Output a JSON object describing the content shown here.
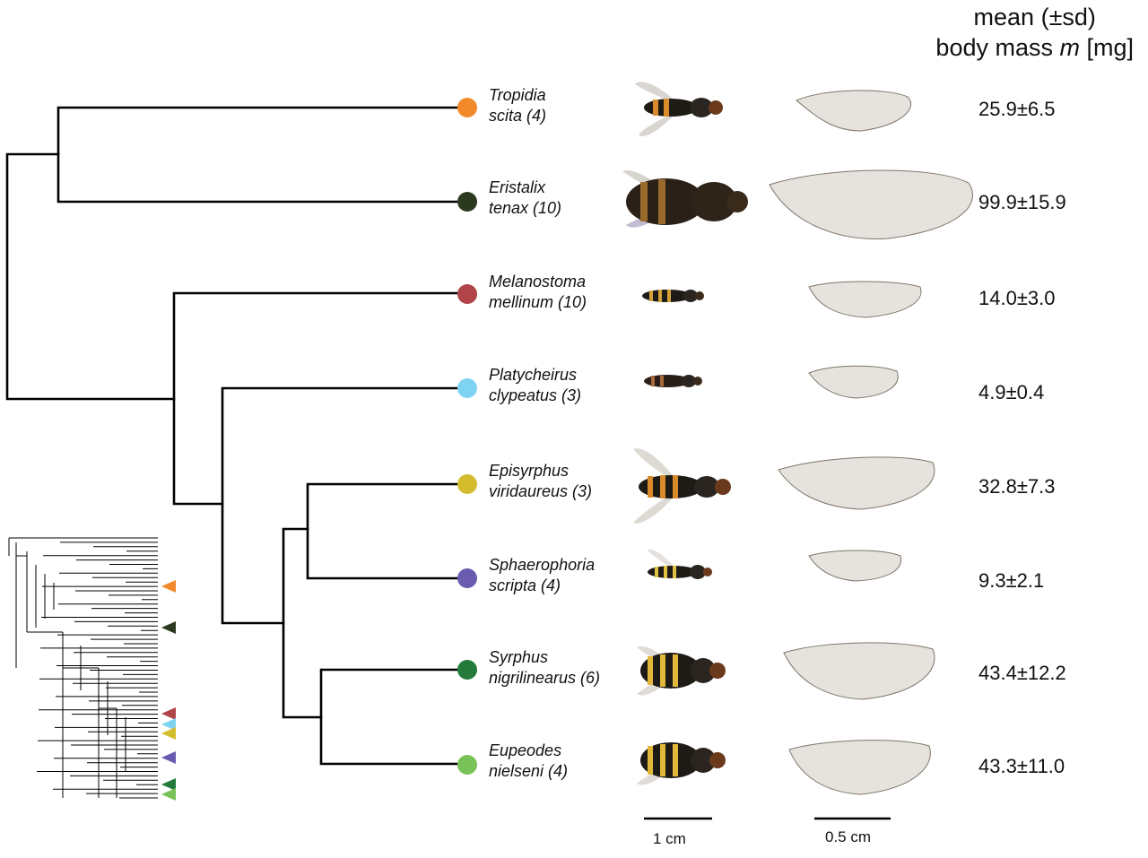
{
  "header": {
    "line1": "mean (±sd)",
    "line2_pre": "body mass ",
    "line2_symbol": "m",
    "line2_post": " [mg]"
  },
  "species": [
    {
      "genus": "Tropidia",
      "epithet": "scita (4)",
      "color": "#F28A2C",
      "mass": "25.9±6.5"
    },
    {
      "genus": "Eristalix",
      "epithet": "tenax (10)",
      "color": "#2B3A1E",
      "mass": "99.9±15.9"
    },
    {
      "genus": "Melanostoma",
      "epithet": "mellinum (10)",
      "color": "#B04448",
      "mass": "14.0±3.0"
    },
    {
      "genus": "Platycheirus",
      "epithet": "clypeatus (3)",
      "color": "#7FD3F2",
      "mass": "4.9±0.4"
    },
    {
      "genus": "Episyrphus",
      "epithet": "viridaureus (3)",
      "color": "#D3BD2E",
      "mass": "32.8±7.3"
    },
    {
      "genus": "Sphaerophoria",
      "epithet": "scripta (4)",
      "color": "#6A5BAF",
      "mass": "9.3±2.1"
    },
    {
      "genus": "Syrphus",
      "epithet": "nigrilinearus (6)",
      "color": "#237A3B",
      "mass": "43.4±12.2"
    },
    {
      "genus": "Eupeodes",
      "epithet": "nielseni (4)",
      "color": "#79C257",
      "mass": "43.3±11.0"
    }
  ],
  "scalebars": {
    "body": "1 cm",
    "wing": "0.5 cm"
  }
}
